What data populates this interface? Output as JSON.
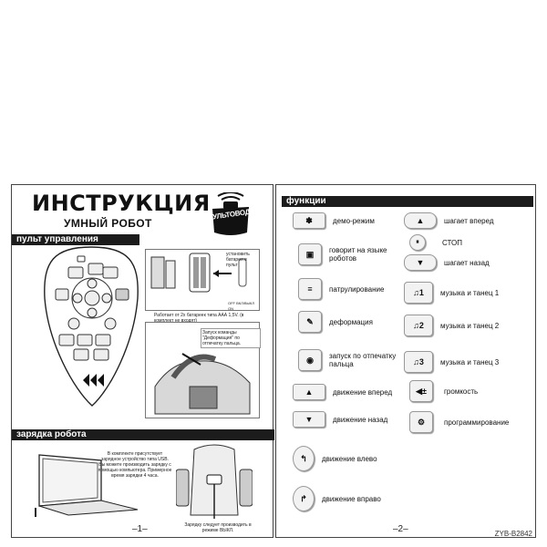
{
  "page1": {
    "title": "ИНСТРУКЦИЯ",
    "subtitle": "УМНЫЙ РОБОТ",
    "logo_text": "ПУЛЬТОВОД",
    "section_remote": "пульт управления",
    "section_charge": "зарядка робота",
    "battery_label": "установить батареи в пульт",
    "battery_switch": "OFF ВКЛ/ВЫКЛ ON",
    "battery_note": "Работает от 2х батареек типа ААА 1,5V. (в комплект не входят)",
    "fingerprint_note": "Запуск команды \"Деформация\" по отпечатку пальца.",
    "charge_note": "В комплекте присутствует зарядное устройство типа USB. Вы можете производить зарядку с помощью компьютера. Примерное время зарядки 4 часа.",
    "charge_bottom_note": "Зарядку следует производить в режиме ВЫКЛ.",
    "page_number": "–1–"
  },
  "page2": {
    "section_functions": "функции",
    "left_functions": [
      {
        "key": "✽",
        "label": "демо-режим"
      },
      {
        "key": "▣",
        "label": "говорит на языке роботов"
      },
      {
        "key": "≡",
        "label": "патрулирование"
      },
      {
        "key": "✎",
        "label": "деформация"
      },
      {
        "key": "◉",
        "label": "запуск по отпечатку пальца"
      },
      {
        "key": "▲",
        "label": "движение вперед"
      },
      {
        "key": "▼",
        "label": "движение назад"
      },
      {
        "key": "↰",
        "label": "движение влево"
      },
      {
        "key": "↱",
        "label": "движение вправо"
      }
    ],
    "right_functions": [
      {
        "key": "▲",
        "label": "шагает вперед"
      },
      {
        "key": "⏸",
        "label": "СТОП"
      },
      {
        "key": "▼",
        "label": "шагает назад"
      },
      {
        "key": "♫1",
        "label": "музыка и танец 1"
      },
      {
        "key": "♫2",
        "label": "музыка и танец 2"
      },
      {
        "key": "♫3",
        "label": "музыка и танец 3"
      },
      {
        "key": "◀±",
        "label": "громкость"
      },
      {
        "key": "⚙",
        "label": "программирование"
      }
    ],
    "page_number": "–2–",
    "model_code": "ZYB-B2842"
  }
}
